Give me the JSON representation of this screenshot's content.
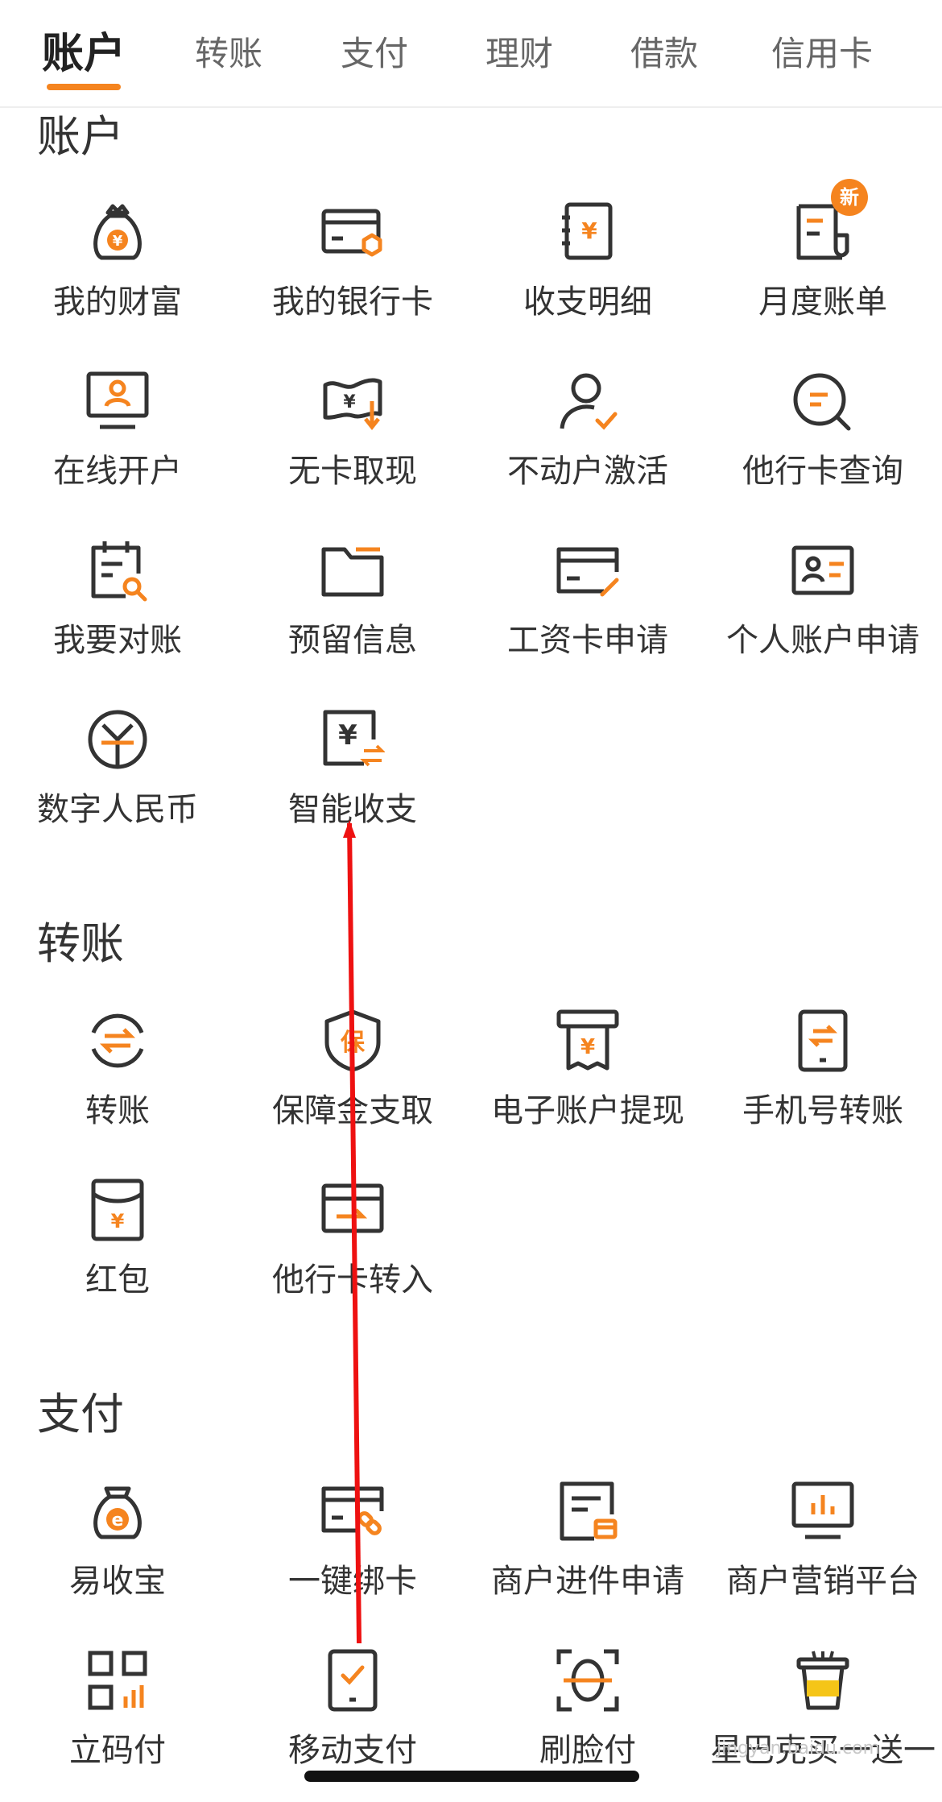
{
  "tabs": [
    {
      "label": "账户",
      "active": true
    },
    {
      "label": "转账",
      "active": false
    },
    {
      "label": "支付",
      "active": false
    },
    {
      "label": "理财",
      "active": false
    },
    {
      "label": "借款",
      "active": false
    },
    {
      "label": "信用卡",
      "active": false
    }
  ],
  "sections": {
    "account": {
      "title": "账户",
      "items": [
        {
          "label": "我的财富",
          "icon": "money-bag-icon"
        },
        {
          "label": "我的银行卡",
          "icon": "bank-card-icon"
        },
        {
          "label": "收支明细",
          "icon": "statement-book-icon"
        },
        {
          "label": "月度账单",
          "icon": "monthly-bill-icon",
          "badge": "新"
        },
        {
          "label": "在线开户",
          "icon": "online-account-monitor-icon"
        },
        {
          "label": "无卡取现",
          "icon": "cardless-cash-icon"
        },
        {
          "label": "不动户激活",
          "icon": "user-check-icon"
        },
        {
          "label": "他行卡查询",
          "icon": "search-bubble-icon"
        },
        {
          "label": "我要对账",
          "icon": "calendar-search-icon"
        },
        {
          "label": "预留信息",
          "icon": "folder-icon"
        },
        {
          "label": "工资卡申请",
          "icon": "card-edit-icon"
        },
        {
          "label": "个人账户申请",
          "icon": "id-card-icon"
        },
        {
          "label": "数字人民币",
          "icon": "digital-rmb-icon"
        },
        {
          "label": "智能收支",
          "icon": "smart-finance-icon"
        }
      ]
    },
    "transfer": {
      "title": "转账",
      "items": [
        {
          "label": "转账",
          "icon": "transfer-circle-icon"
        },
        {
          "label": "保障金支取",
          "icon": "shield-guarantee-icon"
        },
        {
          "label": "电子账户提现",
          "icon": "receipt-withdraw-icon"
        },
        {
          "label": "手机号转账",
          "icon": "phone-transfer-icon"
        },
        {
          "label": "红包",
          "icon": "red-envelope-icon"
        },
        {
          "label": "他行卡转入",
          "icon": "card-transfer-in-icon"
        }
      ]
    },
    "payment": {
      "title": "支付",
      "items": [
        {
          "label": "易收宝",
          "icon": "e-money-bag-icon"
        },
        {
          "label": "一键绑卡",
          "icon": "card-link-icon"
        },
        {
          "label": "商户进件申请",
          "icon": "merchant-doc-icon"
        },
        {
          "label": "商户营销平台",
          "icon": "marketing-chart-icon"
        },
        {
          "label": "立码付",
          "icon": "qr-code-icon"
        },
        {
          "label": "移动支付",
          "icon": "mobile-pay-icon"
        },
        {
          "label": "刷脸付",
          "icon": "face-pay-icon"
        },
        {
          "label": "星巴克买一送一",
          "icon": "coffee-cup-icon"
        }
      ]
    }
  },
  "colors": {
    "accent": "#f5841f",
    "icon_stroke": "#333333",
    "arrow": "#ee1111"
  },
  "watermark": "jingyan.baidu.com"
}
